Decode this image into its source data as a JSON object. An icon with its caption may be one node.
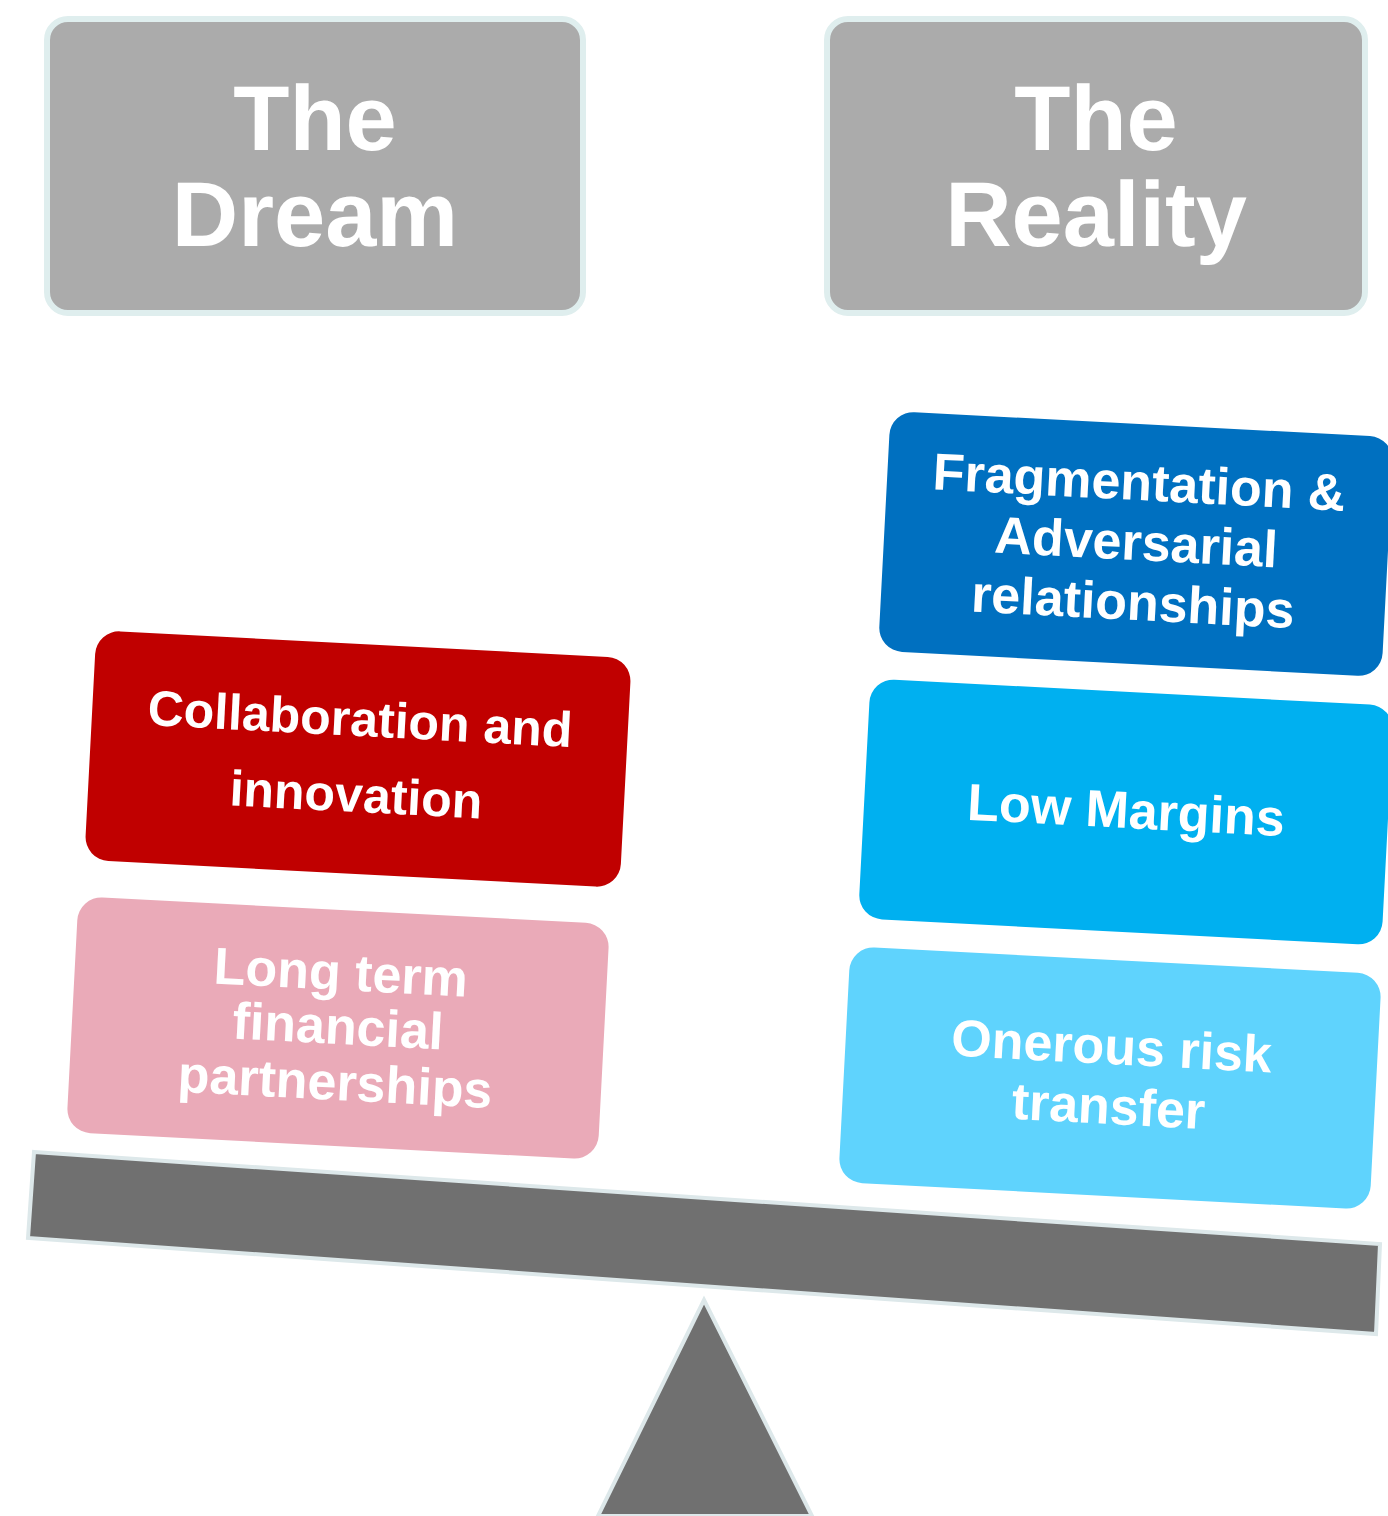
{
  "diagram": {
    "nodes": [
      {
        "text": [
          "The Dream"
        ]
      },
      {
        "text": [
          "The Reality"
        ]
      },
      {
        "text": [
          "Fragmentation & Adversarial relationships"
        ]
      },
      {
        "text": [
          "Collaboration and innovation"
        ]
      },
      {
        "text": [
          "Low Margins"
        ]
      },
      {
        "text": [
          "Long term financial partnerships"
        ]
      },
      {
        "text": [
          "Onerous risk transfer"
        ]
      }
    ]
  }
}
